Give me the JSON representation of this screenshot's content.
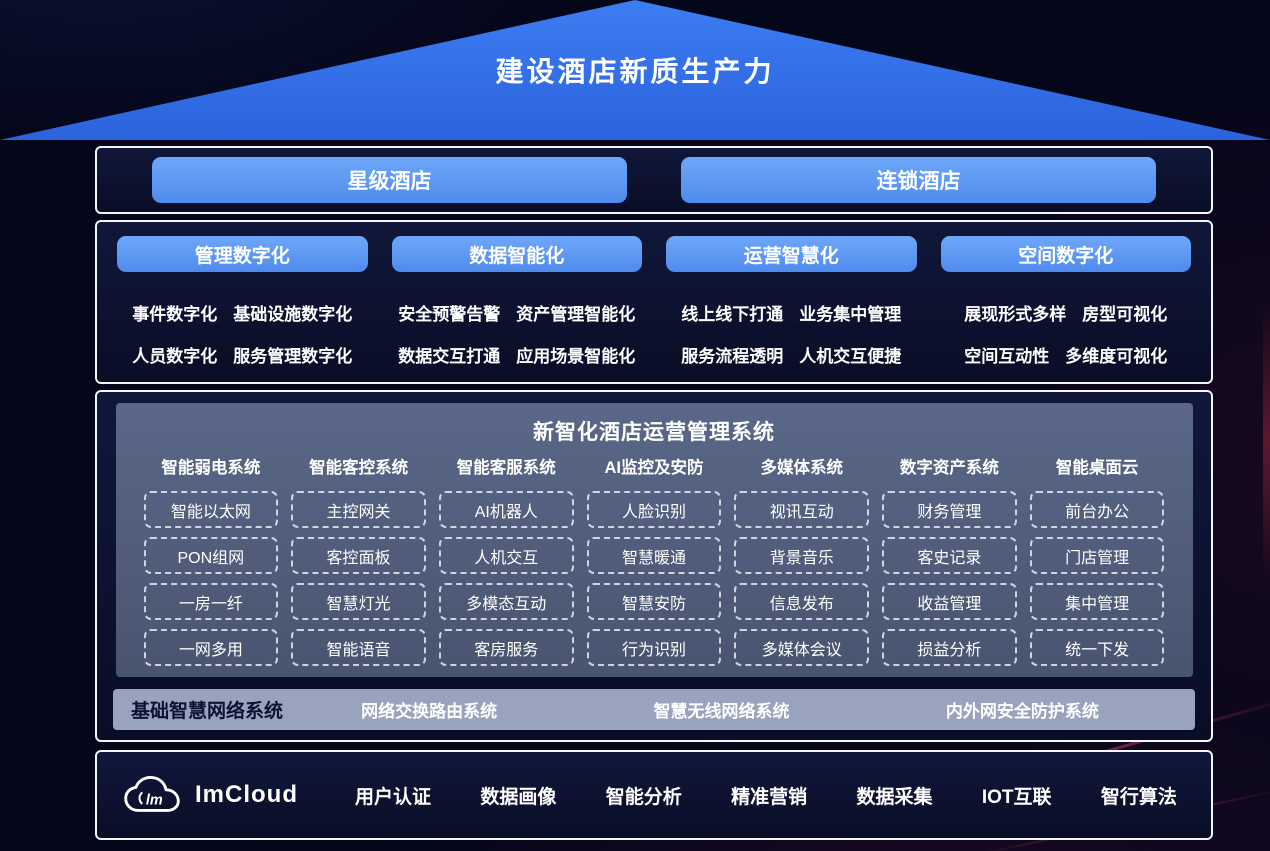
{
  "colors": {
    "roof_blue": "#2e6ce6",
    "pill_blue": "#5d9bf4",
    "panel_slate": "#515e80",
    "bar_gray": "#99a3bd",
    "body_navy": "#0c1232",
    "text_white": "#ffffff",
    "accent_pink": "#ff4678"
  },
  "roof": {
    "title": "建设酒店新质生产力"
  },
  "hotel_types": {
    "left": "星级酒店",
    "right": "连锁酒店"
  },
  "pillars": [
    {
      "header": "管理数字化",
      "items": [
        "事件数字化",
        "基础设施数字化",
        "人员数字化",
        "服务管理数字化"
      ]
    },
    {
      "header": "数据智能化",
      "items": [
        "安全预警告警",
        "资产管理智能化",
        "数据交互打通",
        "应用场景智能化"
      ]
    },
    {
      "header": "运营智慧化",
      "items": [
        "线上线下打通",
        "业务集中管理",
        "服务流程透明",
        "人机交互便捷"
      ]
    },
    {
      "header": "空间数字化",
      "items": [
        "展现形式多样",
        "房型可视化",
        "空间互动性",
        "多维度可视化"
      ]
    }
  ],
  "system": {
    "title": "新智化酒店运营管理系统",
    "columns": [
      {
        "header": "智能弱电系统",
        "items": [
          "智能以太网",
          "PON组网",
          "一房一纤",
          "一网多用"
        ]
      },
      {
        "header": "智能客控系统",
        "items": [
          "主控网关",
          "客控面板",
          "智慧灯光",
          "智能语音"
        ]
      },
      {
        "header": "智能客服系统",
        "items": [
          "AI机器人",
          "人机交互",
          "多模态互动",
          "客房服务"
        ]
      },
      {
        "header": "AI监控及安防",
        "items": [
          "人脸识别",
          "智慧暖通",
          "智慧安防",
          "行为识别"
        ]
      },
      {
        "header": "多媒体系统",
        "items": [
          "视讯互动",
          "背景音乐",
          "信息发布",
          "多媒体会议"
        ]
      },
      {
        "header": "数字资产系统",
        "items": [
          "财务管理",
          "客史记录",
          "收益管理",
          "损益分析"
        ]
      },
      {
        "header": "智能桌面云",
        "items": [
          "前台办公",
          "门店管理",
          "集中管理",
          "统一下发"
        ]
      }
    ]
  },
  "network": {
    "title": "基础智慧网络系统",
    "items": [
      "网络交换路由系统",
      "智慧无线网络系统",
      "内外网安全防护系统"
    ]
  },
  "footer": {
    "brand": "ImCloud",
    "logo_mark": "lm",
    "items": [
      "用户认证",
      "数据画像",
      "智能分析",
      "精准营销",
      "数据采集",
      "IOT互联",
      "智行算法"
    ]
  }
}
